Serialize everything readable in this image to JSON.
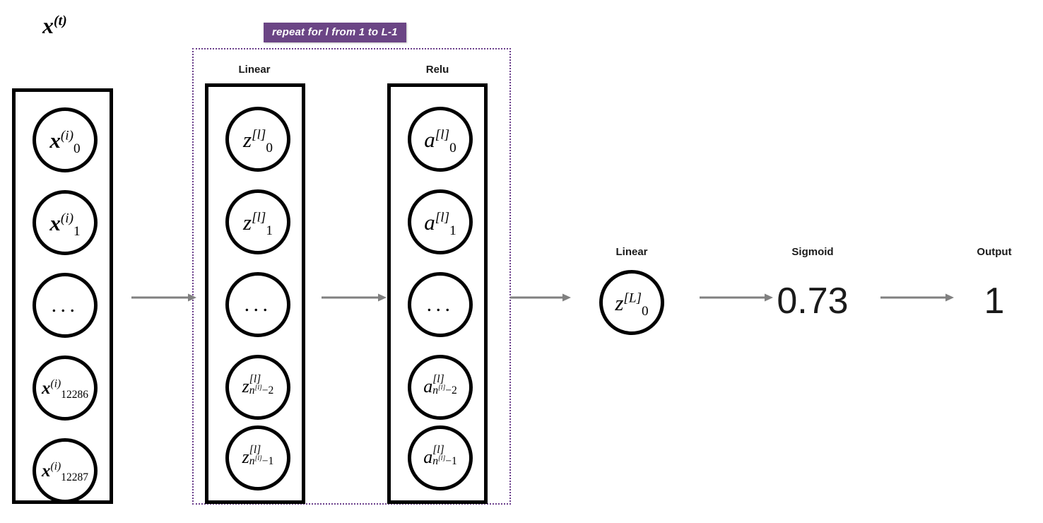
{
  "diagram": {
    "title_label": "x",
    "title_sup": "(t)",
    "banner": "repeat for l from 1 to L-1",
    "accent_purple": "#6b4585",
    "dotted_purple": "#6b3f8c",
    "arrow_gray": "#808080",
    "stroke_black": "#000000"
  },
  "input_column": {
    "name": "input-layer",
    "nodes": [
      {
        "base": "x",
        "sup": "(i)",
        "sub": "0",
        "kind": "value"
      },
      {
        "base": "x",
        "sup": "(i)",
        "sub": "1",
        "kind": "value"
      },
      {
        "base": "",
        "sup": "",
        "sub": "",
        "kind": "ellipsis",
        "text": "..."
      },
      {
        "base": "x",
        "sup": "(i)",
        "sub": "12286",
        "kind": "value"
      },
      {
        "base": "x",
        "sup": "(i)",
        "sub": "12287",
        "kind": "value"
      }
    ]
  },
  "linear_column": {
    "name": "linear-layer",
    "label": "Linear",
    "nodes": [
      {
        "base": "z",
        "sup": "[l]",
        "sub": "0",
        "kind": "value"
      },
      {
        "base": "z",
        "sup": "[l]",
        "sub": "1",
        "kind": "value"
      },
      {
        "base": "",
        "sup": "",
        "sub": "",
        "kind": "ellipsis",
        "text": "..."
      },
      {
        "base": "z",
        "sup": "[l]",
        "sub": "n[l]-2",
        "kind": "nvalue",
        "sub_base": "n",
        "sub_sup": "[l]",
        "sub_tail": "−2"
      },
      {
        "base": "z",
        "sup": "[l]",
        "sub": "n[l]-1",
        "kind": "nvalue",
        "sub_base": "n",
        "sub_sup": "[l]",
        "sub_tail": "−1"
      }
    ]
  },
  "relu_column": {
    "name": "relu-layer",
    "label": "Relu",
    "nodes": [
      {
        "base": "a",
        "sup": "[l]",
        "sub": "0",
        "kind": "value"
      },
      {
        "base": "a",
        "sup": "[l]",
        "sub": "1",
        "kind": "value"
      },
      {
        "base": "",
        "sup": "",
        "sub": "",
        "kind": "ellipsis",
        "text": "..."
      },
      {
        "base": "a",
        "sup": "[l]",
        "sub": "n[l]-2",
        "kind": "nvalue",
        "sub_base": "n",
        "sub_sup": "[l]",
        "sub_tail": "−2"
      },
      {
        "base": "a",
        "sup": "[l]",
        "sub": "n[l]-1",
        "kind": "nvalue",
        "sub_base": "n",
        "sub_sup": "[l]",
        "sub_tail": "−1"
      }
    ]
  },
  "final_linear": {
    "name": "final-linear",
    "label": "Linear",
    "node": {
      "base": "z",
      "sup": "[L]",
      "sub": "0"
    }
  },
  "sigmoid": {
    "name": "sigmoid-output",
    "label": "Sigmoid",
    "value": "0.73"
  },
  "output": {
    "name": "final-output",
    "label": "Output",
    "value": "1"
  }
}
